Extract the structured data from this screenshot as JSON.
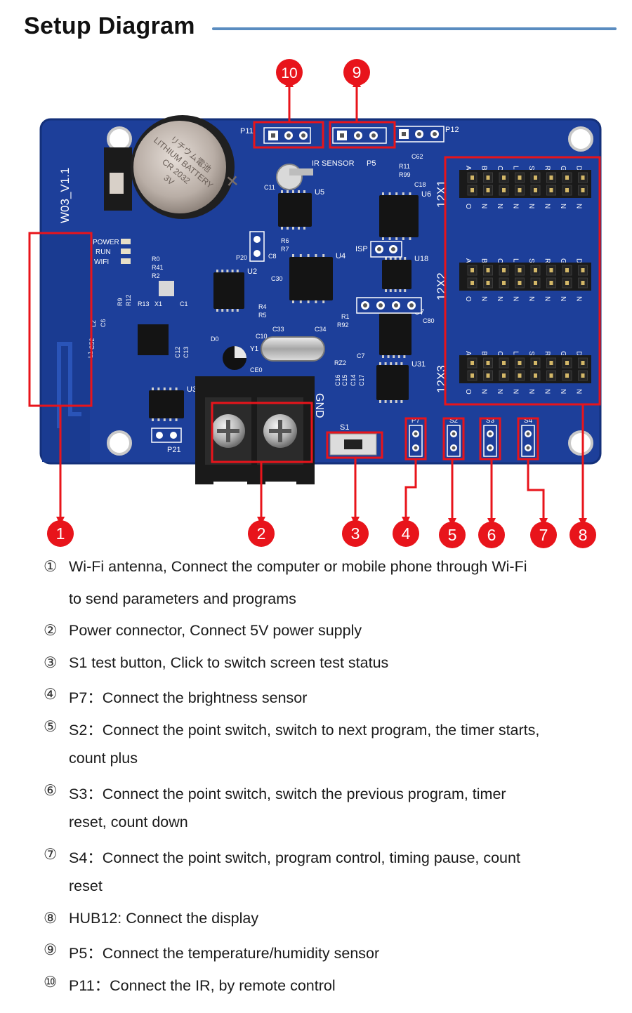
{
  "title": "Setup Diagram",
  "colors": {
    "accent_line": "#5a8cc0",
    "board": "#1d3f9a",
    "callout": "#e8141b"
  },
  "board": {
    "silkscreen": {
      "model": "W03_V1.1",
      "battery": [
        "リチウム電池",
        "LITHIUM BATTERY",
        "CR 2032",
        "3V"
      ],
      "p11": "P11",
      "p12": "P12",
      "ir_sensor": "IR SENSOR",
      "p5": "P5",
      "power_led": "POWER",
      "run_led": "RUN",
      "wifi_led": "WIFI",
      "hub_ports": [
        "12X1",
        "12X2",
        "12X3"
      ],
      "pin_top": [
        "A",
        "B",
        "C",
        "L",
        "S",
        "R",
        "G",
        "D"
      ],
      "pin_bottom": [
        "O",
        "N",
        "N",
        "N",
        "N",
        "N",
        "N",
        "N"
      ],
      "gnd": "GND",
      "s1": "S1",
      "p7": "P7",
      "s2": "S2",
      "s3": "S3",
      "s4": "S4",
      "isp": "ISP",
      "p21": "P21",
      "crystal": "Y1",
      "chips": [
        "U5",
        "U6",
        "U4",
        "U18",
        "U2",
        "U7",
        "U31",
        "U3"
      ],
      "misc": [
        "C62",
        "R11",
        "R99",
        "C18",
        "C11",
        "R6",
        "R7",
        "C8",
        "P20",
        "R0",
        "R41",
        "R2",
        "X1",
        "C1",
        "C30",
        "R4",
        "R5",
        "C33",
        "C34",
        "R1",
        "R92",
        "C80",
        "D0",
        "C10",
        "CE0",
        "RZ2",
        "C7",
        "C16",
        "C15",
        "C14",
        "C17",
        "C12",
        "C13",
        "C52",
        "L1",
        "L2",
        "C6",
        "R9",
        "R12",
        "R13"
      ]
    },
    "callouts": [
      "1",
      "2",
      "3",
      "4",
      "5",
      "6",
      "7",
      "8",
      "9",
      "10"
    ]
  },
  "items": [
    {
      "num": "①",
      "lines": [
        "Wi-Fi antenna, Connect the computer or mobile phone through Wi-Fi",
        "to send parameters and programs"
      ]
    },
    {
      "num": "②",
      "lines": [
        "Power connector, Connect 5V power supply"
      ]
    },
    {
      "num": "③",
      "lines": [
        "S1 test button, Click to switch screen test status"
      ]
    },
    {
      "num": "④",
      "lines": [
        "P7：Connect the brightness sensor"
      ]
    },
    {
      "num": "⑤",
      "lines": [
        "S2：Connect the point switch, switch to next program, the timer starts,",
        "count plus"
      ]
    },
    {
      "num": "⑥",
      "lines": [
        "S3：Connect the point switch, switch the previous program, timer",
        "reset, count down"
      ]
    },
    {
      "num": "⑦",
      "lines": [
        "S4：Connect the point switch, program control, timing pause, count",
        "reset"
      ]
    },
    {
      "num": "⑧",
      "lines": [
        "HUB12: Connect the display"
      ]
    },
    {
      "num": "⑨",
      "lines": [
        "P5：Connect the temperature/humidity sensor"
      ]
    },
    {
      "num": "⑩",
      "lines": [
        "P11：Connect the IR, by remote control"
      ]
    }
  ]
}
